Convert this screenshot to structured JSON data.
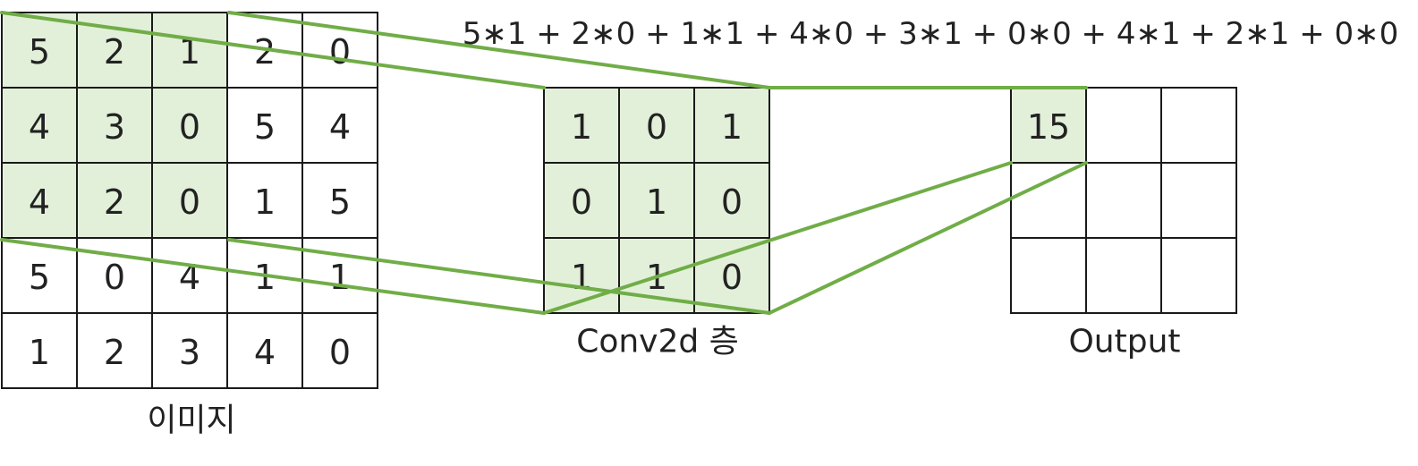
{
  "formula": "5∗1 + 2∗0 + 1∗1 + 4∗0 + 3∗1 + 0∗0 + 4∗1 + 2∗1 + 0∗0",
  "colors": {
    "highlight_fill": "#e2f0d9",
    "line": "#70ad47",
    "grid": "#1a1a1a",
    "text": "#222222"
  },
  "image": {
    "caption": "이미지",
    "rows": [
      [
        "5",
        "2",
        "1",
        "2",
        "0"
      ],
      [
        "4",
        "3",
        "0",
        "5",
        "4"
      ],
      [
        "4",
        "2",
        "0",
        "1",
        "5"
      ],
      [
        "5",
        "0",
        "4",
        "1",
        "1"
      ],
      [
        "1",
        "2",
        "3",
        "4",
        "0"
      ]
    ],
    "highlight": {
      "rows": 3,
      "cols": 3
    }
  },
  "kernel": {
    "caption": "Conv2d 층",
    "rows": [
      [
        "1",
        "0",
        "1"
      ],
      [
        "0",
        "1",
        "0"
      ],
      [
        "1",
        "1",
        "0"
      ]
    ]
  },
  "output": {
    "caption": "Output",
    "rows": [
      [
        "15",
        "",
        ""
      ],
      [
        "",
        "",
        ""
      ],
      [
        "",
        "",
        ""
      ]
    ],
    "highlight": {
      "rows": 1,
      "cols": 1
    }
  }
}
